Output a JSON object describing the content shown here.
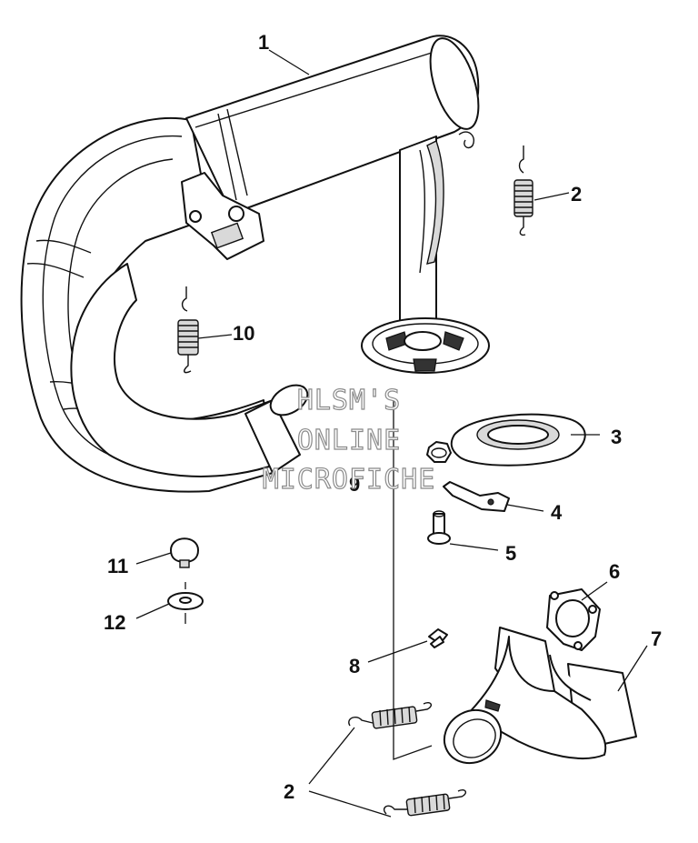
{
  "callouts": {
    "c1": "1",
    "c2_upper": "2",
    "c2_lower": "2",
    "c3": "3",
    "c4": "4",
    "c5": "5",
    "c6": "6",
    "c7": "7",
    "c8": "8",
    "c9": "9",
    "c10": "10",
    "c11": "11",
    "c12": "12"
  },
  "watermark": {
    "line1": "HLSM'S",
    "line2": "ONLINE",
    "line3": "MICROFICHE"
  }
}
